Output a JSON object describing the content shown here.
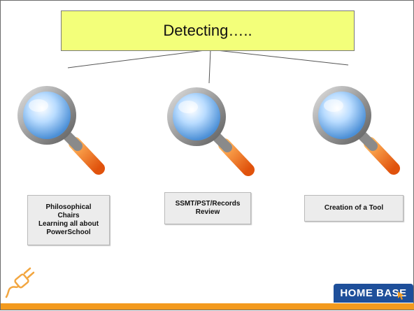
{
  "title": {
    "text": "Detecting….."
  },
  "items": [
    {
      "caption": [
        "Philosophical",
        "Chairs",
        "Learning all about",
        "PowerSchool"
      ]
    },
    {
      "caption": [
        "SSMT/PST/Records",
        "Review"
      ]
    },
    {
      "caption": [
        "Creation of a Tool"
      ]
    }
  ],
  "logo": {
    "text": "HOME BASE"
  },
  "colors": {
    "title_bg": "#f3ff7a",
    "caption_bg": "#ececec",
    "accent_orange": "#f39a1e",
    "logo_blue": "#1e4f9a",
    "lens_blue": "#7fb8ef",
    "handle_orange": "#f07a1a"
  },
  "icons": [
    "magnifying-glass-icon",
    "plug-icon",
    "cursor-icon"
  ]
}
